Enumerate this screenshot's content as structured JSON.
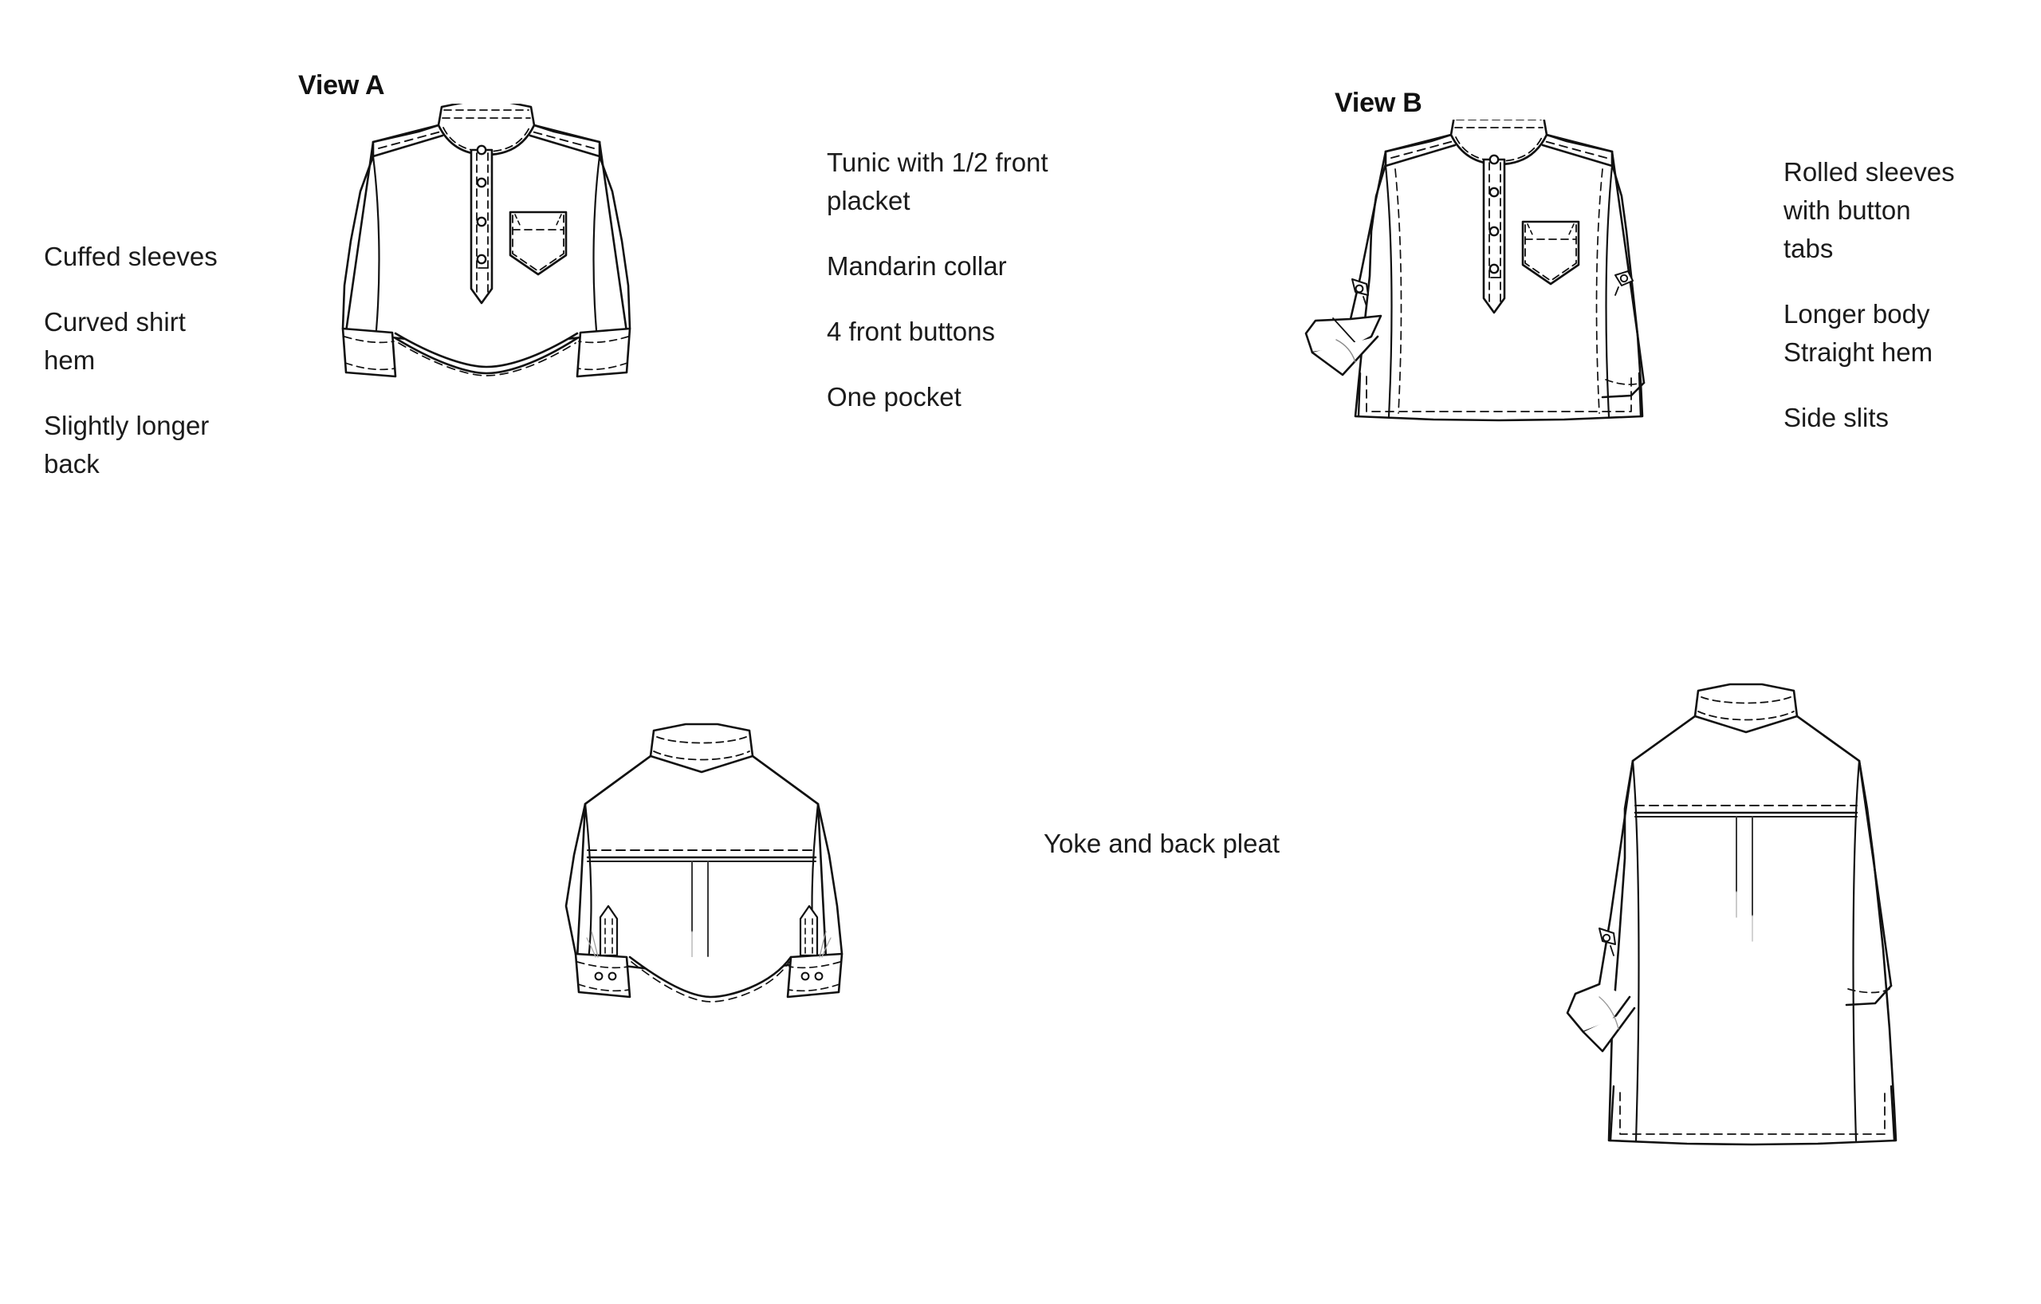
{
  "page": {
    "background_color": "#ffffff",
    "line_color": "#111111"
  },
  "headings": {
    "view_a": "View A",
    "view_b": "View B"
  },
  "notes_left": {
    "title": "View A features",
    "items": [
      "Cuffed sleeves",
      "Curved shirt\nhem",
      "Slightly longer\nback"
    ]
  },
  "notes_center": {
    "title": "Shared features",
    "items": [
      "Tunic with 1/2 front\nplacket",
      "Mandarin collar",
      "4 front buttons",
      "One pocket"
    ]
  },
  "notes_right": {
    "title": "View B features",
    "items": [
      "Rolled sleeves\nwith button\ntabs",
      "Longer body\nStraight hem",
      "Side slits"
    ]
  },
  "note_yoke": "Yoke and back pleat",
  "figures": {
    "view_a_front": {
      "label": "View A front technical flat",
      "garment": "tunic shirt, long cuffed sleeves, mandarin collar, half placket with 4 buttons, one chest pocket, curved shirt hem"
    },
    "view_b_front": {
      "label": "View B front technical flat",
      "garment": "tunic, rolled sleeves with button tabs, mandarin collar, half placket with 4 buttons, one chest pocket, straight hem with side slits"
    },
    "view_a_back": {
      "label": "View A back technical flat",
      "garment": "back yoke, centre back pleat, cuffs with sleeve placket, curved hem"
    },
    "view_b_back": {
      "label": "View B back technical flat",
      "garment": "back yoke, centre back pleat, rolled sleeve with button tab, straight hem with side slits"
    }
  }
}
